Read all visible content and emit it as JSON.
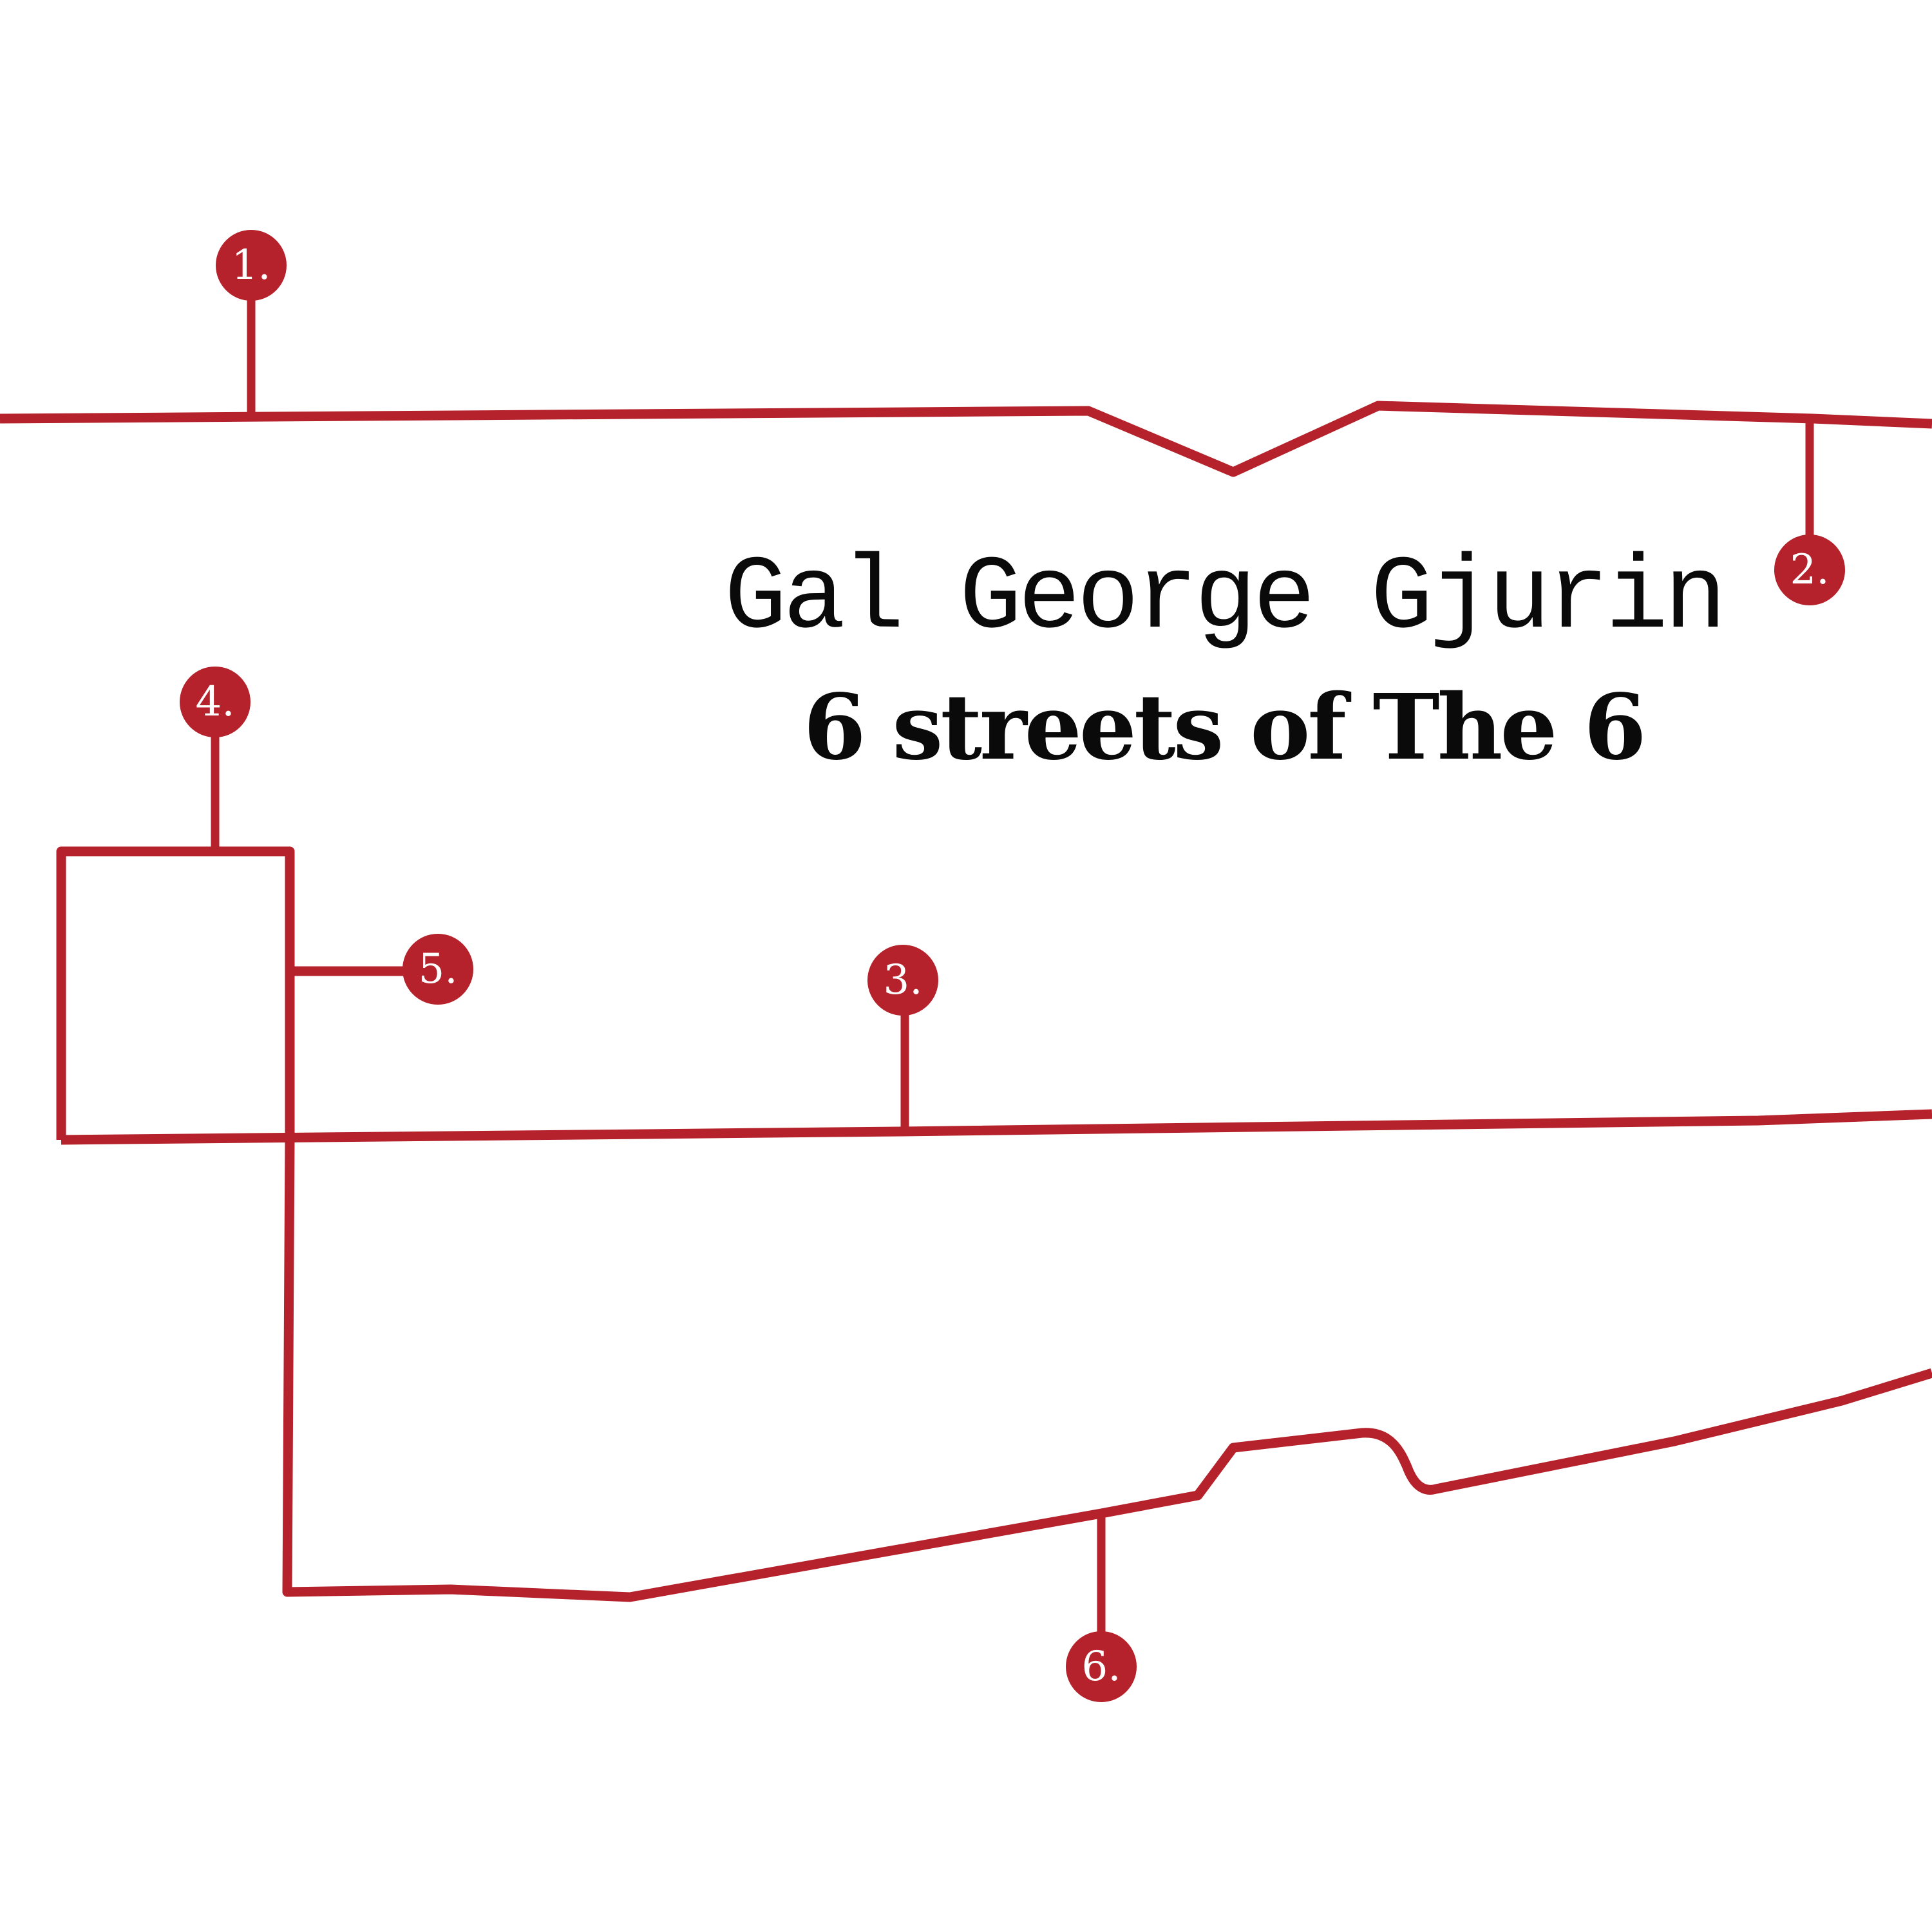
{
  "artist": "Gal George Gjurin",
  "album_title": "6 streets of The 6",
  "accent_color": "#b5222b",
  "markers": [
    {
      "label": "1."
    },
    {
      "label": "2."
    },
    {
      "label": "3."
    },
    {
      "label": "4."
    },
    {
      "label": "5."
    },
    {
      "label": "6."
    }
  ]
}
